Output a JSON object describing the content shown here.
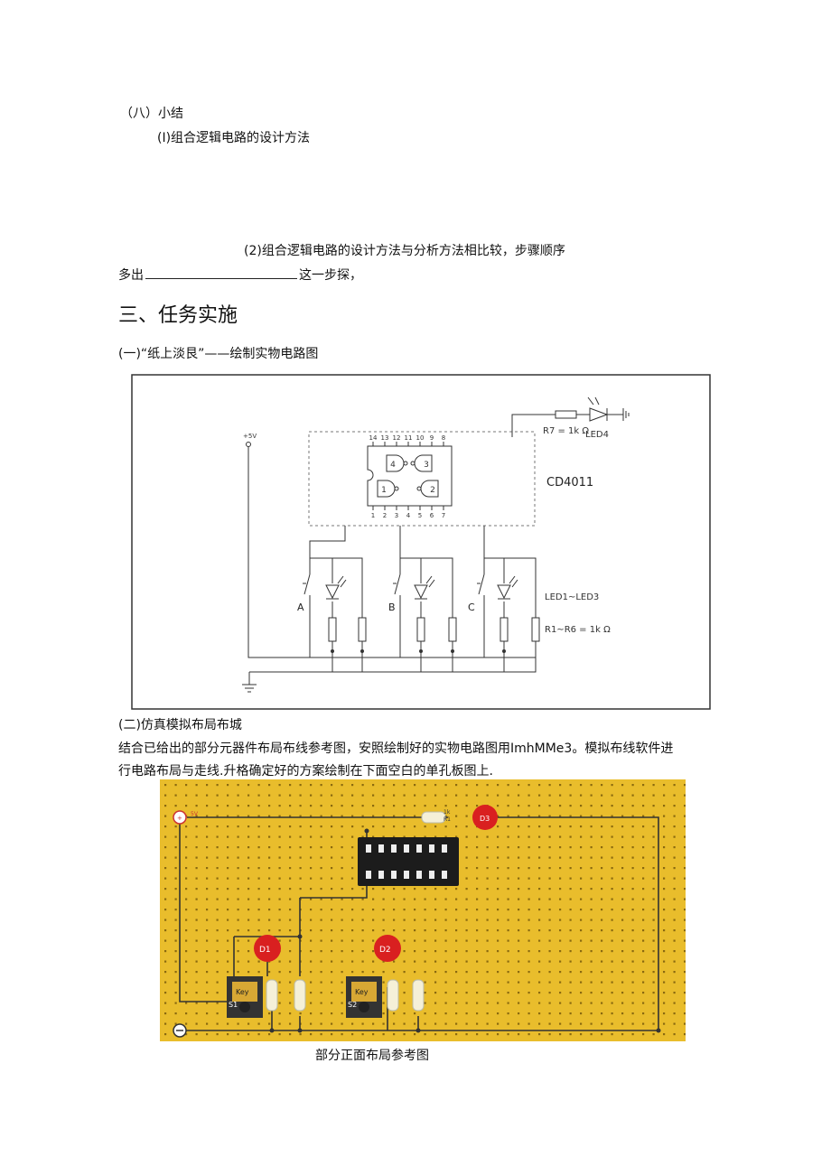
{
  "summary": {
    "heading": "（八）小结",
    "item1": "(I)组合逻辑电路的设计方法",
    "item2": "(2)组合逻辑电路的设计方法与分析方法相比较，步骤顺序",
    "item2_prefix": "多出",
    "item2_suffix": "这一步探，"
  },
  "section3": {
    "title": "三、任务实施",
    "sub1": "(一)“纸上淡艮”——绘制实物电路图",
    "sub2": "(二)仿真模拟布局布城",
    "para_line1": "结合已给出的部分元器件布局布线参考图，安照绘制好的实物电路图用ImhMMe3。模拟布线软件进",
    "para_line2": "行电路布局与走线.升格确定好的方案绘制在下面空白的单孔板图上.",
    "caption": "部分正面布局参考图"
  },
  "schematic": {
    "supply": "+5V",
    "chip": "CD4011",
    "pins_top": [
      "14",
      "13",
      "12",
      "11",
      "10",
      "9",
      "8"
    ],
    "pins_bottom": [
      "1",
      "2",
      "3",
      "4",
      "5",
      "6",
      "7"
    ],
    "gates": [
      "4",
      "3",
      "1",
      "2"
    ],
    "r7": "R7 = 1k Ω",
    "led4": "LED4",
    "switches": [
      "A",
      "B",
      "C"
    ],
    "led_range": "LED1~LED3",
    "r_range": "R1~R6 = 1k Ω"
  },
  "board": {
    "top_resistor": "R1",
    "top_resistor_val": "1k",
    "top_led": "D3",
    "led1": "D1",
    "led2": "D2",
    "key_label": "Key",
    "switch1": "S1",
    "switch2": "S2",
    "vcc_label": "5V",
    "colors": {
      "board": "#e9bd2c",
      "led": "#d92020",
      "trace": "#333333"
    }
  }
}
